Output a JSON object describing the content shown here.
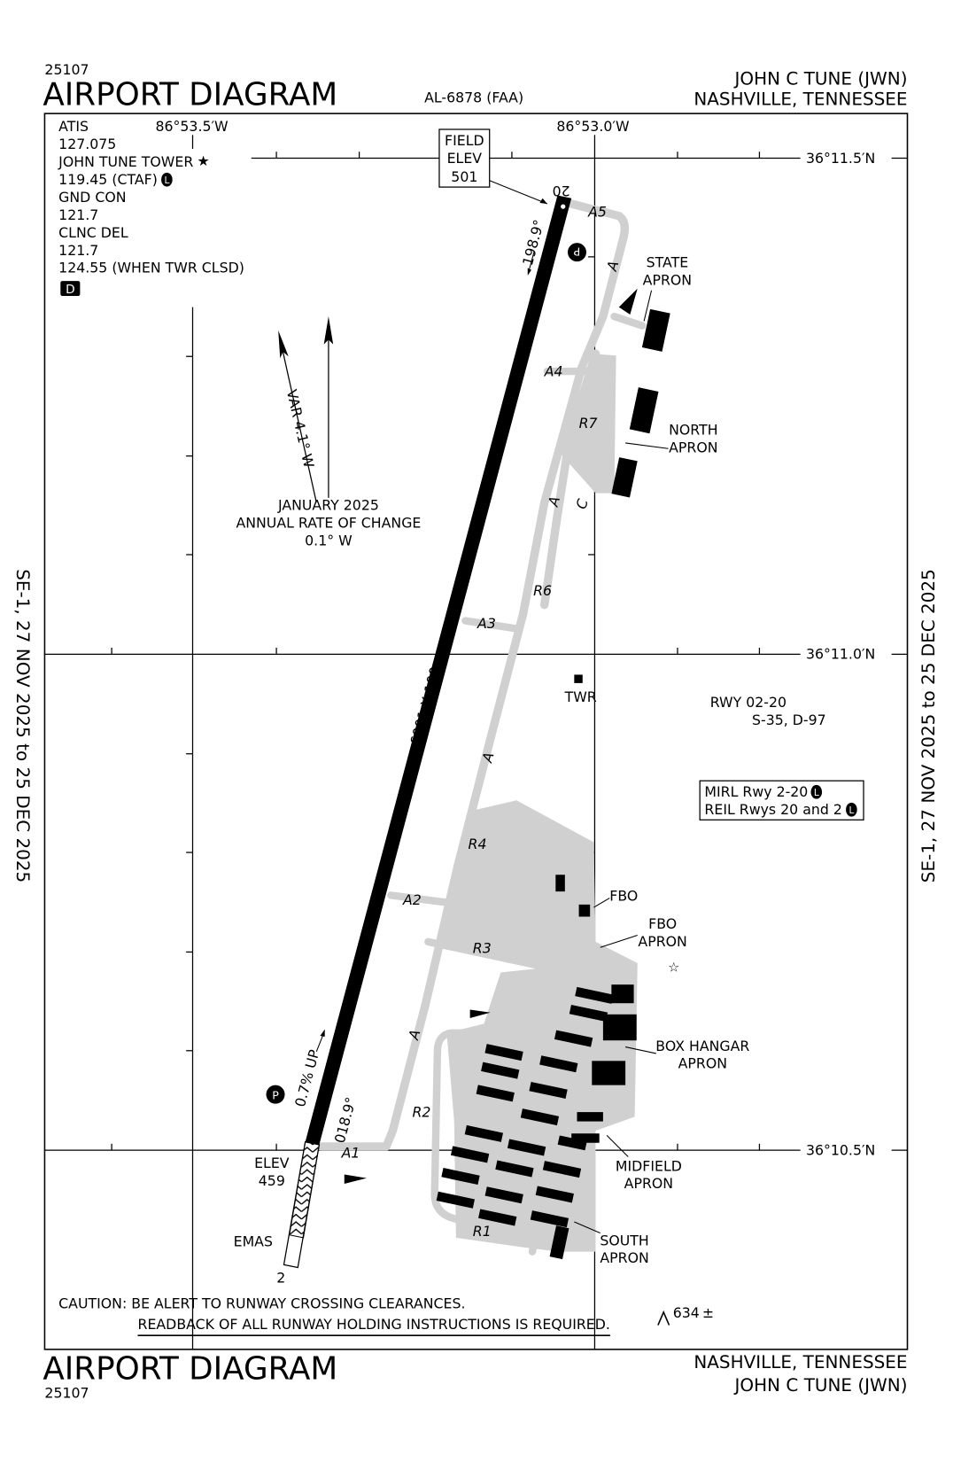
{
  "header": {
    "procedure_number": "25107",
    "title": "AIRPORT DIAGRAM",
    "chart_id": "AL-6878 (FAA)",
    "airport_name": "JOHN C TUNE (JWN)",
    "location": "NASHVILLE, TENNESSEE"
  },
  "footer": {
    "title": "AIRPORT DIAGRAM",
    "procedure_number": "25107",
    "location": "NASHVILLE, TENNESSEE",
    "airport_name": "JOHN C TUNE (JWN)"
  },
  "side_labels": {
    "left": "SE-1,  27 NOV 2025  to  25 DEC 2025",
    "right": "SE-1,  27 NOV 2025  to  25 DEC 2025"
  },
  "frequencies": [
    "ATIS",
    "127.075",
    "JOHN TUNE TOWER",
    "119.45 (CTAF)",
    "GND CON",
    "121.7",
    "CLNC DEL",
    "121.7",
    "124.55 (WHEN TWR CLSD)"
  ],
  "badges": {
    "lighting": "L",
    "digital_atis": "D",
    "parking": "P",
    "tower_star": "★"
  },
  "grid": {
    "longitudes": [
      "86°53.5′W",
      "86°53.0′W"
    ],
    "latitudes": [
      "36°11.5′N",
      "36°11.0′N",
      "36°10.5′N"
    ]
  },
  "field_elev": {
    "line1": "FIELD",
    "line2": "ELEV",
    "value": "501"
  },
  "magnetic": {
    "variation": "VAR 4.1° W",
    "date": "JANUARY 2025",
    "rate_label": "ANNUAL RATE OF CHANGE",
    "rate": "0.1° W"
  },
  "runway": {
    "dimensions": "6001 X 100",
    "end_north": "20",
    "end_south": "2",
    "heading_north": "198.9°",
    "heading_south": "018.9°",
    "gradient": "0.7% UP",
    "elev_label": "ELEV",
    "elev_south": "459",
    "emas": "EMAS",
    "info_name": "RWY 02-20",
    "strength": "S-35, D-97"
  },
  "lighting_box": [
    "MIRL Rwy 2-20",
    "REIL Rwys 20 and 2"
  ],
  "taxiways": [
    "A5",
    "A",
    "A4",
    "R7",
    "A",
    "C",
    "R6",
    "A3",
    "A",
    "R4",
    "A2",
    "R3",
    "A",
    "R2",
    "A1",
    "R1"
  ],
  "aprons": {
    "state": [
      "STATE",
      "APRON"
    ],
    "north": [
      "NORTH",
      "APRON"
    ],
    "fbo": "FBO",
    "fbo_apron": [
      "FBO",
      "APRON"
    ],
    "box_hangar": [
      "BOX HANGAR",
      "APRON"
    ],
    "midfield": [
      "MIDFIELD",
      "APRON"
    ],
    "south": [
      "SOUTH",
      "APRON"
    ]
  },
  "tower": "TWR",
  "obstacle": "634",
  "obstacle_suffix": "±",
  "caution": {
    "line1": "CAUTION: BE ALERT TO RUNWAY CROSSING CLEARANCES.",
    "line2": "READBACK OF ALL RUNWAY HOLDING INSTRUCTIONS IS REQUIRED."
  }
}
